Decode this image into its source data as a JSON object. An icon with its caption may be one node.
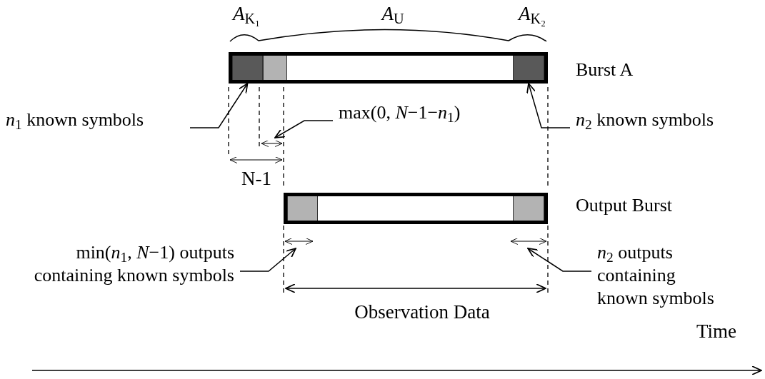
{
  "diagram": {
    "nodes": [
      {
        "text": [],
        "shape": "bar",
        "beside": [
          "Burst A"
        ]
      },
      {
        "text": [],
        "shape": "box",
        "in": 0
      },
      {
        "text": [],
        "shape": "box",
        "in": 0
      },
      {
        "text": [],
        "shape": "box",
        "in": 0
      },
      {
        "text": [],
        "shape": "bar",
        "beside": [
          "Output Burst"
        ]
      },
      {
        "text": [],
        "shape": "box",
        "in": 4
      },
      {
        "text": [],
        "shape": "box",
        "in": 4
      },
      {
        "text": [
          "*n*$_{1}$ known symbols"
        ]
      },
      {
        "text": [
          "*n*$_{2}$ known symbols"
        ]
      },
      {
        "text": [
          "max(0, *N*−1−*n*$_{1}$)"
        ]
      },
      {
        "text": [
          "min(*n*$_{1}$, *N*−1) outputs containing known symbols"
        ]
      },
      {
        "text": [
          "*n*$_{2}$ outputs containing known symbols"
        ]
      }
    ],
    "edges": [
      {
        "from": 7,
        "to": 1,
        "arrow": "to"
      },
      {
        "from": 8,
        "to": 3,
        "arrow": "to"
      },
      {
        "from": 9,
        "to": null,
        "arrow": "to"
      },
      {
        "from": 10,
        "to": null,
        "arrow": "to"
      },
      {
        "from": 11,
        "to": null,
        "arrow": "to"
      }
    ],
    "labels": [
      "*A*$_{K₁}$",
      "*A*$_{U}$",
      "*A*$_{K₂}$",
      "N-1",
      "Observation Data",
      "Time"
    ]
  }
}
